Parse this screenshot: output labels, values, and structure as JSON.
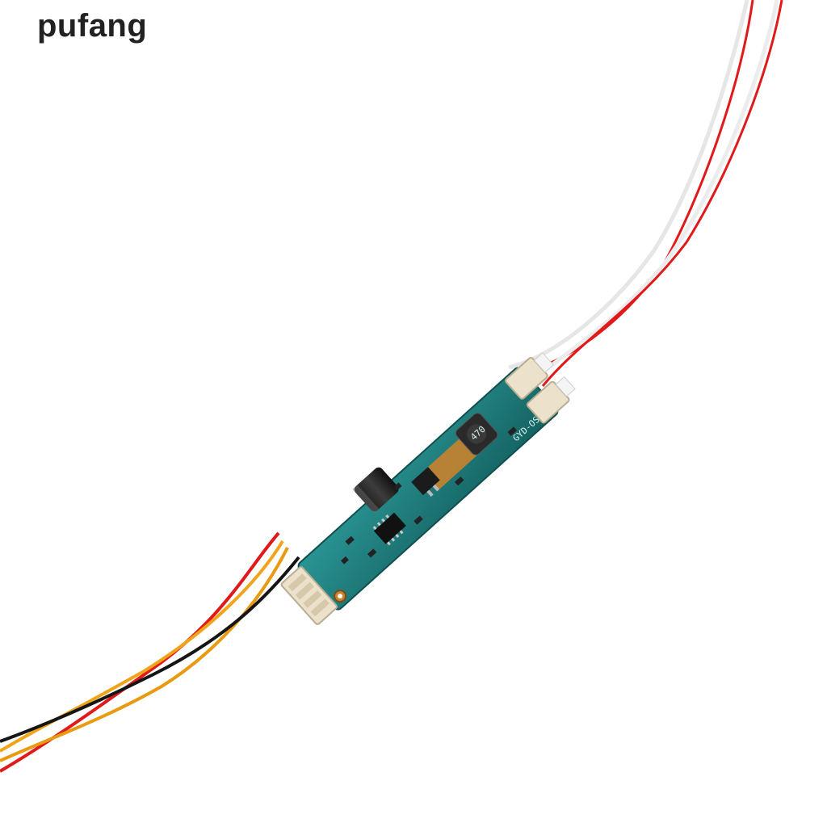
{
  "brand": {
    "text": "pufang"
  },
  "product": {
    "board_marking": "GYD-OS",
    "inductor_marking": "470"
  },
  "colors": {
    "background": "#ffffff",
    "brand_text": "#222222",
    "pcb": "#1f7f7e",
    "pcb_dark": "#166463",
    "wire_red": "#e01a1a",
    "wire_white": "#f4f4f4",
    "wire_yellow": "#f0a41a",
    "wire_black": "#151515",
    "connector": "#ece2cc",
    "copper_pad": "#c8832e"
  }
}
